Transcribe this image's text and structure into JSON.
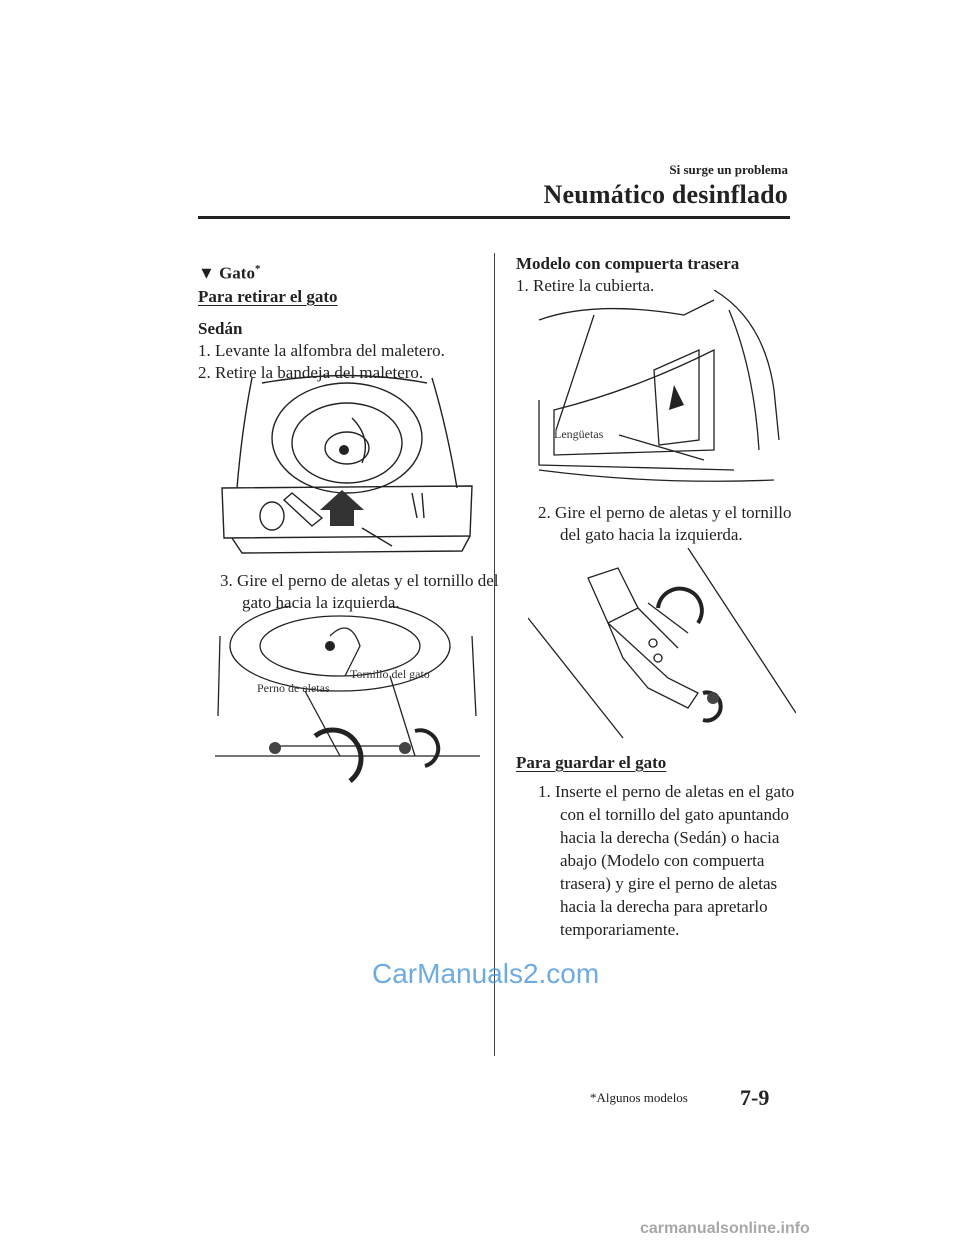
{
  "header": {
    "section": "Si surge un problema",
    "title": "Neumático desinflado"
  },
  "left": {
    "heading_marker": "▼",
    "heading": "Gato",
    "heading_sup": "*",
    "subheading": "Para retirar el gato",
    "model": "Sedán",
    "steps": [
      "1. Levante la alfombra del maletero.",
      "2. Retire la bandeja del maletero.",
      "3. Gire el perno de aletas y el tornillo del gato hacia la izquierda."
    ],
    "fig2_labels": {
      "wing_bolt": "Perno de aletas",
      "jack_screw": "Tornillo del gato"
    }
  },
  "right": {
    "model": "Modelo con compuerta trasera",
    "steps": [
      "1. Retire la cubierta.",
      "2. Gire el perno de aletas y el tornillo del gato hacia la izquierda."
    ],
    "fig1_label": "Lengüetas",
    "subheading": "Para guardar el gato",
    "store_steps": [
      "1. Inserte el perno de aletas en el gato con el tornillo del gato apuntando hacia la derecha (Sedán) o hacia abajo (Modelo con compuerta trasera) y gire el perno de aletas hacia la derecha para apretarlo temporariamente."
    ]
  },
  "footer": {
    "note": "*Algunos modelos",
    "page": "7-9",
    "watermark": "CarManuals2.com",
    "site": "carmanualsonline.info"
  }
}
